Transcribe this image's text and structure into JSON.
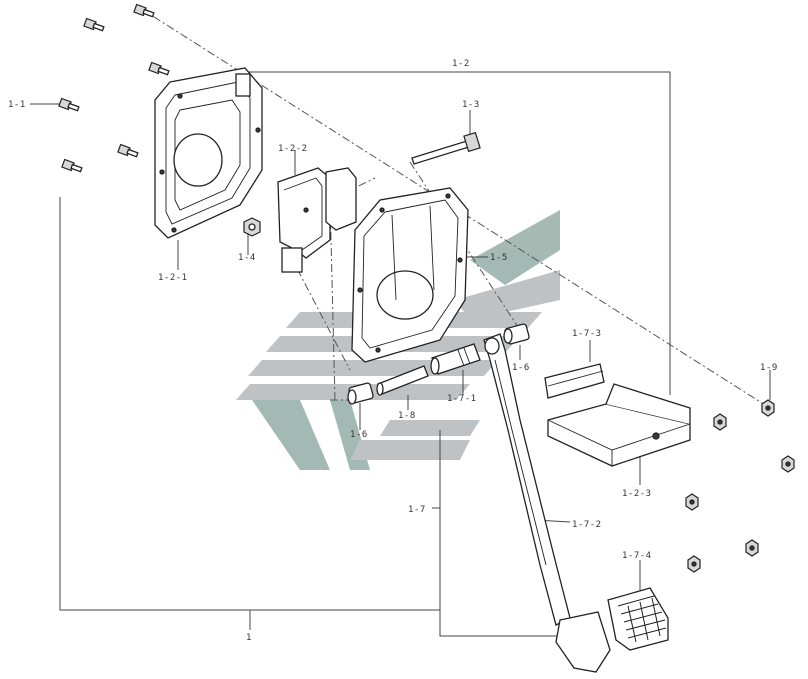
{
  "labels": {
    "l_1_1": "1-1",
    "l_1_2": "1-2",
    "l_1_3": "1-3",
    "l_1_2_2": "1-2-2",
    "l_1_4": "1-4",
    "l_1_2_1": "1-2-1",
    "l_1_5": "1-5",
    "l_1_7_3": "1-7-3",
    "l_1_6_right": "1-6",
    "l_1_9": "1-9",
    "l_1_7_1": "1-7-1",
    "l_1_8": "1-8",
    "l_1_6_left": "1-6",
    "l_1_2_3": "1-2-3",
    "l_1_7": "1-7",
    "l_1_7_2": "1-7-2",
    "l_1_7_4": "1-7-4",
    "l_1": "1"
  },
  "colors": {
    "watermark_gray": "#b9bcbf",
    "watermark_teal": "#9ab2ab",
    "line": "#222222"
  }
}
